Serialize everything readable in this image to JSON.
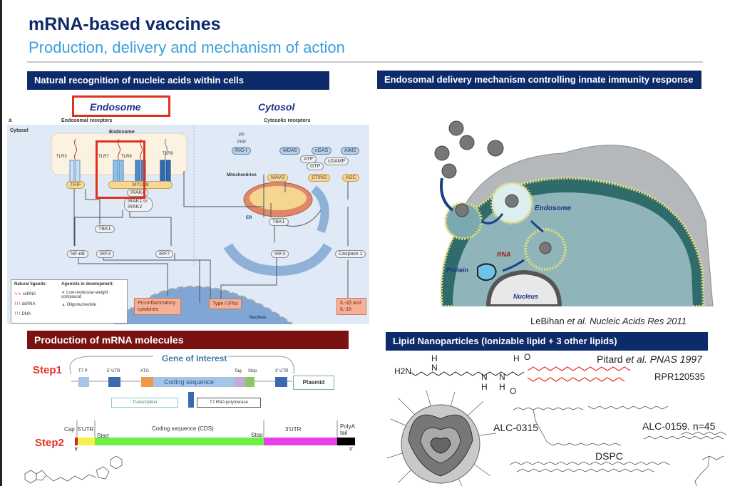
{
  "slide": {
    "title": "mRNA-based vaccines",
    "subtitle": "Production, delivery and mechanism of action"
  },
  "colors": {
    "navy": "#0d2a6b",
    "subtitle_blue": "#3aa0dc",
    "maroon": "#7a1212",
    "highlight_red": "#e0301e",
    "step_red": "#e63025"
  },
  "panel_recognition": {
    "header": "Natural recognition of nucleic acids within cells",
    "endosome_callout": "Endosome",
    "cytosol_callout": "Cytosol",
    "figure": {
      "panel_letter": "a",
      "endosomal_receptors": "Endosomal receptors",
      "cytosolic_receptors": "Cytosolic receptors",
      "cytosol_label": "Cytosol",
      "endosome_label": "Endosome",
      "tlr3": "TLR3",
      "tlr7": "TLR7",
      "tlr8": "TLR8",
      "tlr9": "TLR9",
      "trif": "TRIF",
      "myd88": "MYD88",
      "irak4": "IRAK4",
      "irak12": "IRAK1 or IRAK2",
      "tbk1_left": "TBK1",
      "nfkb": "NF-κB",
      "irf3_left": "IRF3",
      "irf7": "IRF7",
      "pp": "PP",
      "ppp": "PPP",
      "rigi": "RIG-I",
      "mda5": "MDA5",
      "cgas": "cGAS",
      "aim2": "AIM2",
      "atp": "ATP",
      "gtp": "GTP",
      "cgamp": "cGAMP",
      "mitochondrion": "Mitochondrion",
      "mavs": "MAVS",
      "sting": "STING",
      "asc": "ASC",
      "er": "ER",
      "tbk1_right": "TBK1",
      "irf3_right": "IRF3",
      "caspase1": "Caspase 1",
      "proinflammatory": "Pro-inflammatory cytokines",
      "type1ifn": "Type I IFNs",
      "il1b": "IL-1β and IL-18",
      "nucleus": "Nucleus",
      "legend": {
        "natural_title": "Natural ligands:",
        "ssrna": "ssRNA",
        "dsrna": "dsRNA",
        "dna": "DNA",
        "agonists_title": "Agonists in development:",
        "small_molecule": "Low-molecular-weight compound",
        "oligo": "Oligonucleotide"
      }
    }
  },
  "panel_delivery": {
    "header": "Endosomal delivery mechanism controlling innate immunity response",
    "labels": {
      "endosome": "Endosome",
      "rna": "RNA",
      "protein": "Protein",
      "nucleus": "Nucleus"
    },
    "citation_author": "LeBihan ",
    "citation_etal": "et al. Nucleic Acids Res 2011"
  },
  "panel_production": {
    "header": "Production of mRNA molecules",
    "step1": "Step1",
    "step2": "Step2",
    "gene_of_interest": "Gene of Interest",
    "t7p": "T7 P",
    "utr5": "5' UTR",
    "atg": "ATG",
    "coding_sequence": "Coding sequence",
    "tag": "Tag",
    "stop": "Stop",
    "utr3": "3' UTR",
    "plasmid": "Plasmid",
    "transcription": "Transcription",
    "t7_polymerase": "T7 RNA polymerase",
    "mrna": {
      "cap": "Cap",
      "utr5": "5'UTR",
      "start": "Start",
      "cds": "Coding sequence (CDS)",
      "stop": "Stop",
      "utr3": "3'UTR",
      "polya": "PolyA tail",
      "end5": "5'",
      "end3": "3'"
    }
  },
  "panel_lnp": {
    "header": "Lipid Nanoparticles (Ionizable lipid + 3  other lipids)",
    "citation_author": "Pitard ",
    "citation_etal": "et al. PNAS 1997",
    "rpr": "RPR120535",
    "alc0315": "ALC-0315",
    "alc0159": "ALC-0159. n=45",
    "dspc": "DSPC",
    "h2n": "H2N"
  }
}
